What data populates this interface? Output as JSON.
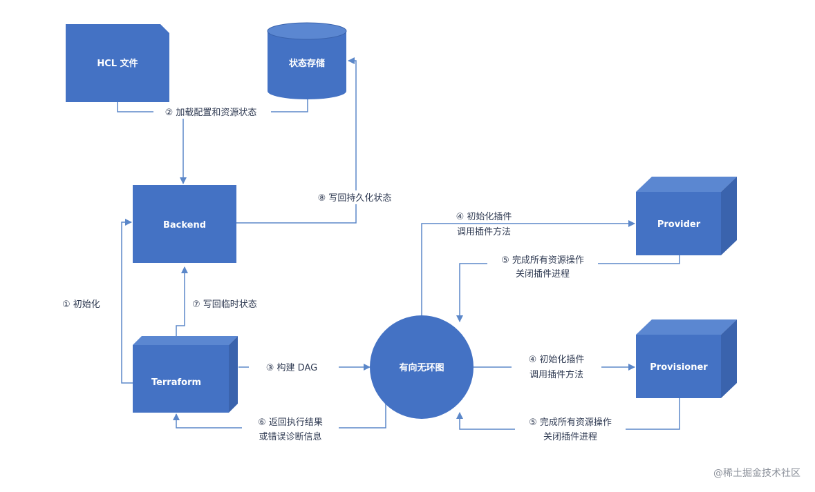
{
  "nodes": {
    "hcl": "HCL 文件",
    "state": "状态存储",
    "backend": "Backend",
    "terraform": "Terraform",
    "dag": "有向无环图",
    "provider": "Provider",
    "provisioner": "Provisioner"
  },
  "edges": {
    "e1": "① 初始化",
    "e2": "② 加载配置和资源状态",
    "e3": "③ 构建 DAG",
    "e4a_l1": "④ 初始化插件",
    "e4a_l2": "调用插件方法",
    "e5a_l1": "⑤ 完成所有资源操作",
    "e5a_l2": "关闭插件进程",
    "e4b_l1": "④ 初始化插件",
    "e4b_l2": "调用插件方法",
    "e5b_l1": "⑤ 完成所有资源操作",
    "e5b_l2": "关闭插件进程",
    "e6_l1": "⑥ 返回执行结果",
    "e6_l2": "或错误诊断信息",
    "e7": "⑦ 写回临时状态",
    "e8": "⑧ 写回持久化状态"
  },
  "watermark": "@稀土掘金技术社区",
  "colors": {
    "node_fill": "#4472c4",
    "node_shade": "#3a63ad",
    "node_top": "#5b87d1",
    "line": "#5b87c9"
  }
}
